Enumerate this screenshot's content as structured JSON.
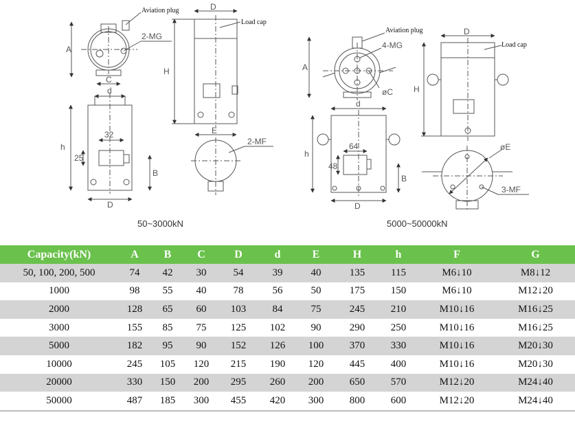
{
  "drawings": {
    "small": {
      "caption": "50~3000kN",
      "aviation_plug": "Aviation plug",
      "load_cap": "Load cap",
      "dims": {
        "D": "D",
        "A": "A",
        "C": "C",
        "H": "H",
        "d": "d",
        "h": "h",
        "B": "B",
        "E": "E",
        "w32": "32",
        "h25": "25",
        "mg": "2-MG",
        "mf": "2-MF"
      }
    },
    "large": {
      "caption": "5000~50000kN",
      "aviation_plug": "Aviation plug",
      "load_cap": "Load cap",
      "dims": {
        "D": "D",
        "A": "A",
        "C": "øC",
        "H": "H",
        "d": "d",
        "h": "h",
        "B": "B",
        "E": "øE",
        "w64": "64",
        "h48": "48",
        "mg": "4-MG",
        "mf": "3-MF"
      }
    }
  },
  "table": {
    "headers": [
      "Capacity(kN)",
      "A",
      "B",
      "C",
      "D",
      "d",
      "E",
      "H",
      "h",
      "F",
      "G"
    ],
    "rows": [
      [
        "50, 100, 200, 500",
        "74",
        "42",
        "30",
        "54",
        "39",
        "40",
        "135",
        "115",
        "M6↓10",
        "M8↓12"
      ],
      [
        "1000",
        "98",
        "55",
        "40",
        "78",
        "56",
        "50",
        "175",
        "150",
        "M6↓10",
        "M12↓20"
      ],
      [
        "2000",
        "128",
        "65",
        "60",
        "103",
        "84",
        "75",
        "245",
        "210",
        "M10↓16",
        "M16↓25"
      ],
      [
        "3000",
        "155",
        "85",
        "75",
        "125",
        "102",
        "90",
        "290",
        "250",
        "M10↓16",
        "M16↓25"
      ],
      [
        "5000",
        "182",
        "95",
        "90",
        "152",
        "126",
        "100",
        "370",
        "330",
        "M10↓16",
        "M20↓30"
      ],
      [
        "10000",
        "245",
        "105",
        "120",
        "215",
        "190",
        "120",
        "445",
        "400",
        "M10↓16",
        "M20↓30"
      ],
      [
        "20000",
        "330",
        "150",
        "200",
        "295",
        "260",
        "200",
        "650",
        "570",
        "M12↓20",
        "M24↓40"
      ],
      [
        "50000",
        "487",
        "185",
        "300",
        "455",
        "420",
        "300",
        "800",
        "600",
        "M12↓20",
        "M24↓40"
      ]
    ]
  }
}
